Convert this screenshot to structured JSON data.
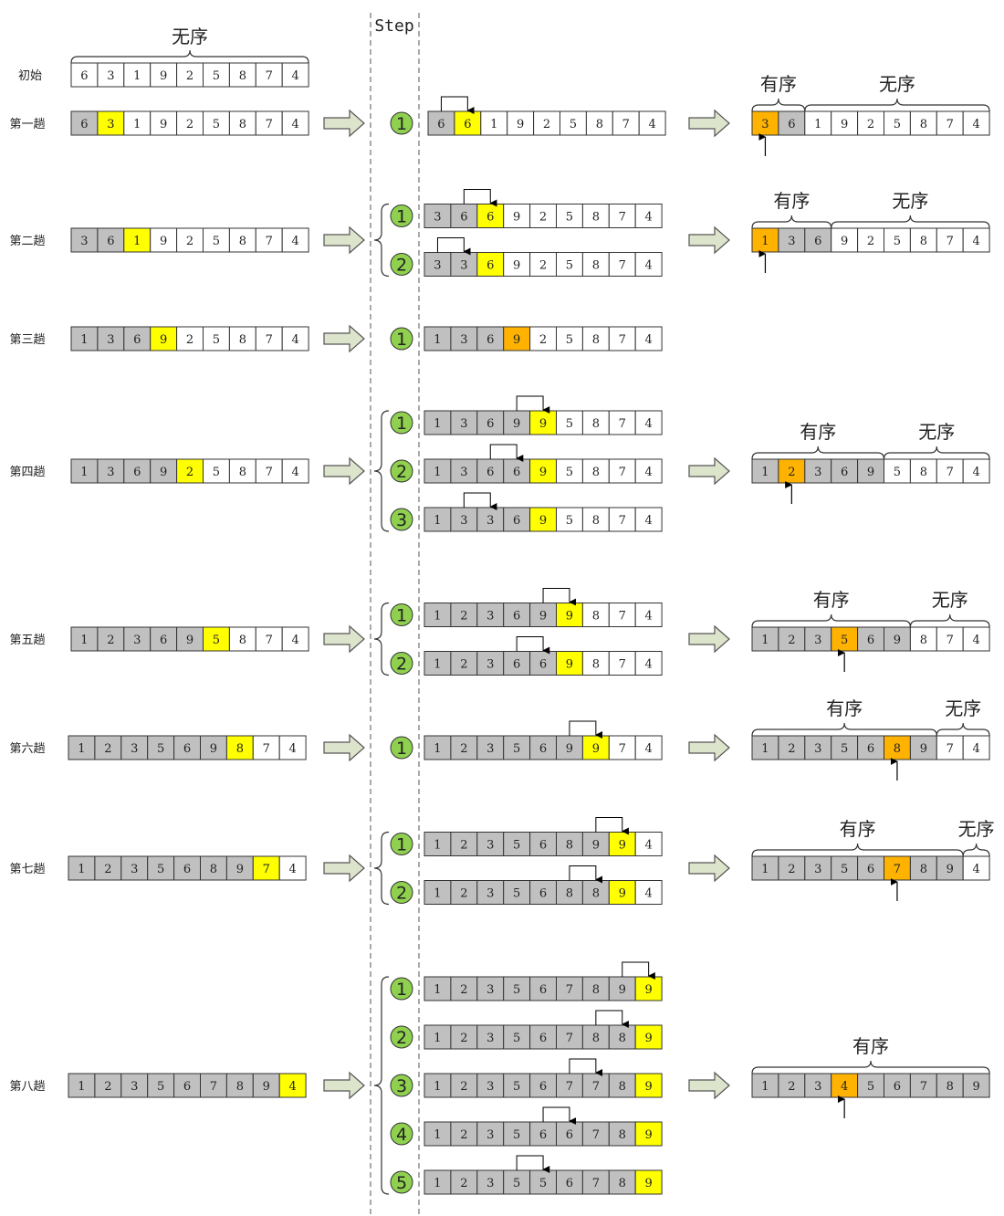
{
  "colors": {
    "sorted": "#c0c0c0",
    "current": "#ffff00",
    "inserted": "#ffb300",
    "unsorted": "#ffffff",
    "circle": "#8fd14f",
    "arrow_fill": "#dde4cc"
  },
  "header": {
    "step_label": "Step",
    "initial_unsorted_label": "无序"
  },
  "labels": {
    "ordered": "有序",
    "unordered": "无序"
  },
  "initial": {
    "label": "初始",
    "values": [
      "6",
      "3",
      "1",
      "9",
      "2",
      "5",
      "8",
      "7",
      "4"
    ]
  },
  "passes": [
    {
      "label": "第一趟",
      "values": [
        "6",
        "3",
        "1",
        "9",
        "2",
        "5",
        "8",
        "7",
        "4"
      ],
      "sorted_count": 1,
      "current_index": 1,
      "steps": [
        {
          "num": "1",
          "values": [
            "6",
            "6",
            "1",
            "9",
            "2",
            "5",
            "8",
            "7",
            "4"
          ],
          "sorted_count": 1,
          "highlight": 1,
          "highlight_kind": "current",
          "from": 0,
          "to": 1
        }
      ],
      "result": {
        "values": [
          "3",
          "6",
          "1",
          "9",
          "2",
          "5",
          "8",
          "7",
          "4"
        ],
        "sorted_count": 2,
        "insert_index": 0
      }
    },
    {
      "label": "第二趟",
      "values": [
        "3",
        "6",
        "1",
        "9",
        "2",
        "5",
        "8",
        "7",
        "4"
      ],
      "sorted_count": 2,
      "current_index": 2,
      "steps": [
        {
          "num": "1",
          "values": [
            "3",
            "6",
            "6",
            "9",
            "2",
            "5",
            "8",
            "7",
            "4"
          ],
          "sorted_count": 2,
          "highlight": 2,
          "highlight_kind": "current",
          "from": 1,
          "to": 2
        },
        {
          "num": "2",
          "values": [
            "3",
            "3",
            "6",
            "9",
            "2",
            "5",
            "8",
            "7",
            "4"
          ],
          "sorted_count": 2,
          "highlight": 2,
          "highlight_kind": "current",
          "from": 0,
          "to": 1
        }
      ],
      "result": {
        "values": [
          "1",
          "3",
          "6",
          "9",
          "2",
          "5",
          "8",
          "7",
          "4"
        ],
        "sorted_count": 3,
        "insert_index": 0
      }
    },
    {
      "label": "第三趟",
      "values": [
        "1",
        "3",
        "6",
        "9",
        "2",
        "5",
        "8",
        "7",
        "4"
      ],
      "sorted_count": 3,
      "current_index": 3,
      "steps": [
        {
          "num": "1",
          "values": [
            "1",
            "3",
            "6",
            "9",
            "2",
            "5",
            "8",
            "7",
            "4"
          ],
          "sorted_count": 3,
          "highlight": 3,
          "highlight_kind": "inserted",
          "from": null,
          "to": null
        }
      ],
      "result": null
    },
    {
      "label": "第四趟",
      "values": [
        "1",
        "3",
        "6",
        "9",
        "2",
        "5",
        "8",
        "7",
        "4"
      ],
      "sorted_count": 4,
      "current_index": 4,
      "steps": [
        {
          "num": "1",
          "values": [
            "1",
            "3",
            "6",
            "9",
            "9",
            "5",
            "8",
            "7",
            "4"
          ],
          "sorted_count": 4,
          "highlight": 4,
          "highlight_kind": "current",
          "from": 3,
          "to": 4
        },
        {
          "num": "2",
          "values": [
            "1",
            "3",
            "6",
            "6",
            "9",
            "5",
            "8",
            "7",
            "4"
          ],
          "sorted_count": 4,
          "highlight": 4,
          "highlight_kind": "current",
          "from": 2,
          "to": 3
        },
        {
          "num": "3",
          "values": [
            "1",
            "3",
            "3",
            "6",
            "9",
            "5",
            "8",
            "7",
            "4"
          ],
          "sorted_count": 4,
          "highlight": 4,
          "highlight_kind": "current",
          "from": 1,
          "to": 2
        }
      ],
      "result": {
        "values": [
          "1",
          "2",
          "3",
          "6",
          "9",
          "5",
          "8",
          "7",
          "4"
        ],
        "sorted_count": 5,
        "insert_index": 1
      }
    },
    {
      "label": "第五趟",
      "values": [
        "1",
        "2",
        "3",
        "6",
        "9",
        "5",
        "8",
        "7",
        "4"
      ],
      "sorted_count": 5,
      "current_index": 5,
      "steps": [
        {
          "num": "1",
          "values": [
            "1",
            "2",
            "3",
            "6",
            "9",
            "9",
            "8",
            "7",
            "4"
          ],
          "sorted_count": 5,
          "highlight": 5,
          "highlight_kind": "current",
          "from": 4,
          "to": 5
        },
        {
          "num": "2",
          "values": [
            "1",
            "2",
            "3",
            "6",
            "6",
            "9",
            "8",
            "7",
            "4"
          ],
          "sorted_count": 5,
          "highlight": 5,
          "highlight_kind": "current",
          "from": 3,
          "to": 4
        }
      ],
      "result": {
        "values": [
          "1",
          "2",
          "3",
          "5",
          "6",
          "9",
          "8",
          "7",
          "4"
        ],
        "sorted_count": 6,
        "insert_index": 3
      }
    },
    {
      "label": "第六趟",
      "values": [
        "1",
        "2",
        "3",
        "5",
        "6",
        "9",
        "8",
        "7",
        "4"
      ],
      "sorted_count": 6,
      "current_index": 6,
      "steps": [
        {
          "num": "1",
          "values": [
            "1",
            "2",
            "3",
            "5",
            "6",
            "9",
            "9",
            "7",
            "4"
          ],
          "sorted_count": 6,
          "highlight": 6,
          "highlight_kind": "current",
          "from": 5,
          "to": 6
        }
      ],
      "result": {
        "values": [
          "1",
          "2",
          "3",
          "5",
          "6",
          "8",
          "9",
          "7",
          "4"
        ],
        "sorted_count": 7,
        "insert_index": 5
      }
    },
    {
      "label": "第七趟",
      "values": [
        "1",
        "2",
        "3",
        "5",
        "6",
        "8",
        "9",
        "7",
        "4"
      ],
      "sorted_count": 7,
      "current_index": 7,
      "steps": [
        {
          "num": "1",
          "values": [
            "1",
            "2",
            "3",
            "5",
            "6",
            "8",
            "9",
            "9",
            "4"
          ],
          "sorted_count": 7,
          "highlight": 7,
          "highlight_kind": "current",
          "from": 6,
          "to": 7
        },
        {
          "num": "2",
          "values": [
            "1",
            "2",
            "3",
            "5",
            "6",
            "8",
            "8",
            "9",
            "4"
          ],
          "sorted_count": 7,
          "highlight": 7,
          "highlight_kind": "current",
          "from": 5,
          "to": 6
        }
      ],
      "result": {
        "values": [
          "1",
          "2",
          "3",
          "5",
          "6",
          "7",
          "8",
          "9",
          "4"
        ],
        "sorted_count": 8,
        "insert_index": 5
      }
    },
    {
      "label": "第八趟",
      "values": [
        "1",
        "2",
        "3",
        "5",
        "6",
        "7",
        "8",
        "9",
        "4"
      ],
      "sorted_count": 8,
      "current_index": 8,
      "steps": [
        {
          "num": "1",
          "values": [
            "1",
            "2",
            "3",
            "5",
            "6",
            "7",
            "8",
            "9",
            "9"
          ],
          "sorted_count": 8,
          "highlight": 8,
          "highlight_kind": "current",
          "from": 7,
          "to": 8
        },
        {
          "num": "2",
          "values": [
            "1",
            "2",
            "3",
            "5",
            "6",
            "7",
            "8",
            "8",
            "9"
          ],
          "sorted_count": 8,
          "highlight": 8,
          "highlight_kind": "current",
          "from": 6,
          "to": 7
        },
        {
          "num": "3",
          "values": [
            "1",
            "2",
            "3",
            "5",
            "6",
            "7",
            "7",
            "8",
            "9"
          ],
          "sorted_count": 8,
          "highlight": 8,
          "highlight_kind": "current",
          "from": 5,
          "to": 6
        },
        {
          "num": "4",
          "values": [
            "1",
            "2",
            "3",
            "5",
            "6",
            "6",
            "7",
            "8",
            "9"
          ],
          "sorted_count": 8,
          "highlight": 8,
          "highlight_kind": "current",
          "from": 4,
          "to": 5
        },
        {
          "num": "5",
          "values": [
            "1",
            "2",
            "3",
            "5",
            "5",
            "6",
            "7",
            "8",
            "9"
          ],
          "sorted_count": 8,
          "highlight": 8,
          "highlight_kind": "current",
          "from": 3,
          "to": 4
        }
      ],
      "result": {
        "values": [
          "1",
          "2",
          "3",
          "4",
          "5",
          "6",
          "7",
          "8",
          "9"
        ],
        "sorted_count": 9,
        "insert_index": 3
      }
    }
  ]
}
